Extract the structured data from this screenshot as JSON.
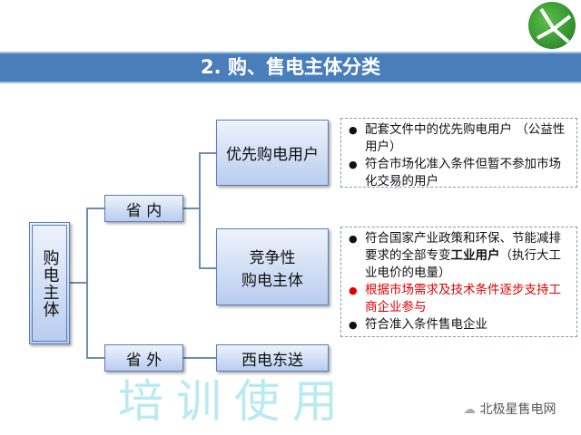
{
  "title": "2. 购、售电主体分类",
  "watermark": "培训使用",
  "footer": "北极星售电网",
  "tree": {
    "root": "购电主体",
    "in_province": "省 内",
    "out_province": "省 外",
    "priority": "优先购电用户",
    "competitive_line1": "竞争性",
    "competitive_line2": "购电主体",
    "west_east": "西电东送"
  },
  "notes": {
    "priority": [
      "配套文件中的优先购电用户 （公益性用户）",
      "符合市场化准入条件但暂不参加市场化交易的用户"
    ],
    "competitive": {
      "item1_pre": "符合国家产业政策和环保、节能减排要求的全部专变",
      "item1_bold": "工业用户",
      "item1_post": "（执行大工业电价的电量）",
      "item2": "根据市场需求及技术条件逐步支持工商企业参与",
      "item3": "符合准入条件售电企业"
    }
  },
  "colors": {
    "title_bar": "#4a7ebb",
    "red_text": "#e00000"
  }
}
